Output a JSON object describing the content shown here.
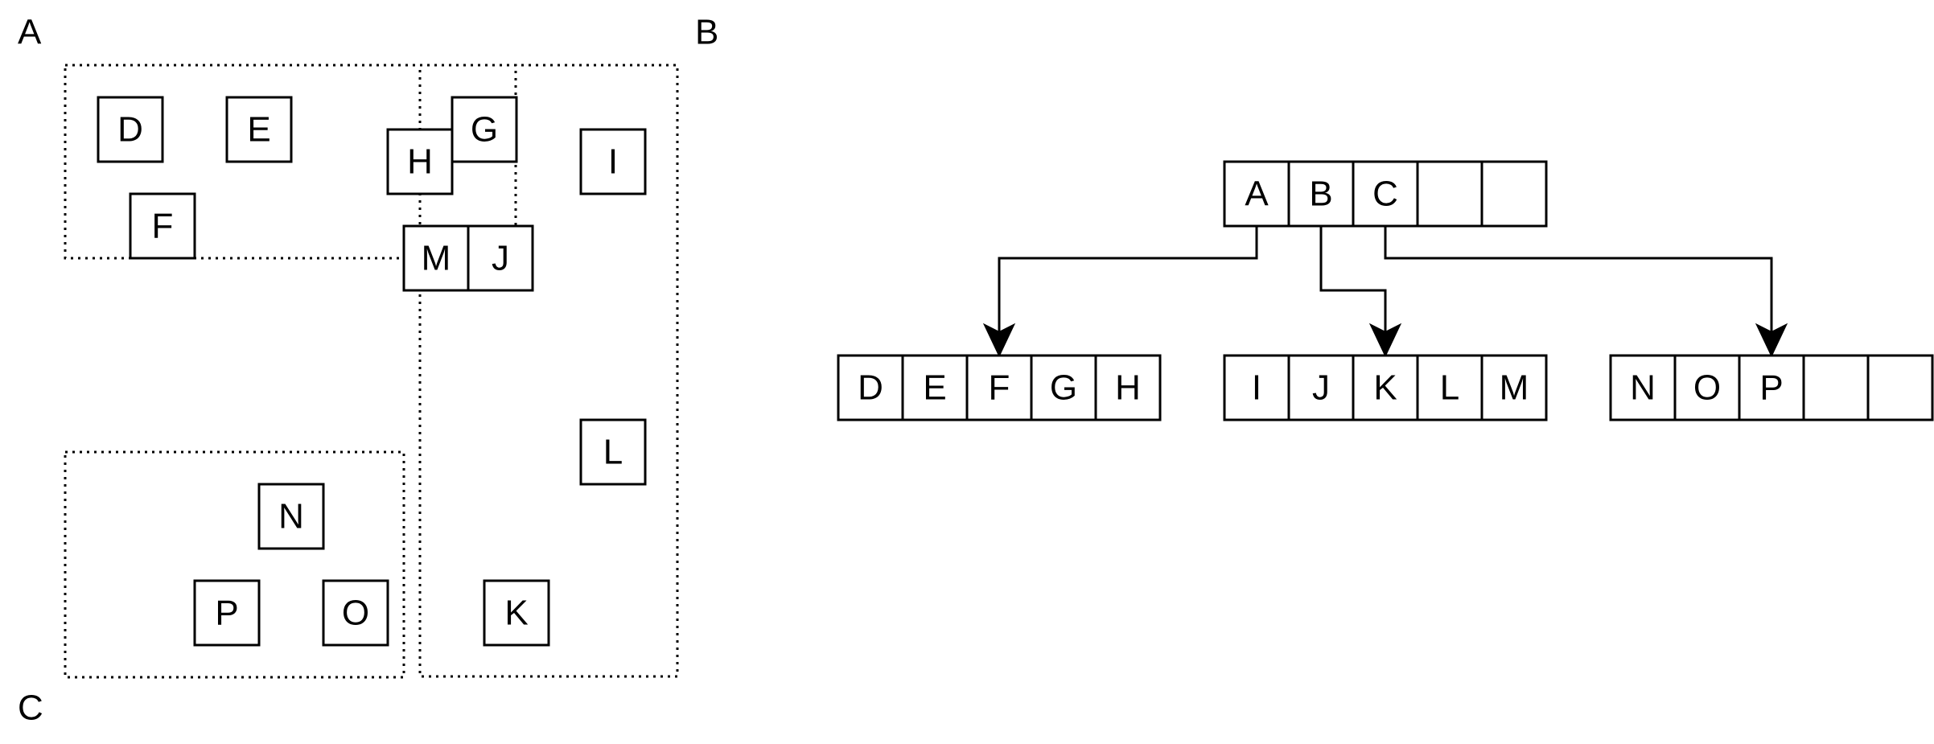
{
  "spatial_view": {
    "region_labels": [
      "A",
      "B",
      "C"
    ],
    "items": [
      "D",
      "E",
      "F",
      "H",
      "G",
      "I",
      "M",
      "J",
      "L",
      "N",
      "P",
      "O",
      "K"
    ]
  },
  "tree_view": {
    "root": {
      "cells": [
        "A",
        "B",
        "C",
        "",
        ""
      ]
    },
    "children": [
      {
        "parent_cell": "A",
        "cells": [
          "D",
          "E",
          "F",
          "G",
          "H"
        ]
      },
      {
        "parent_cell": "B",
        "cells": [
          "I",
          "J",
          "K",
          "L",
          "M"
        ]
      },
      {
        "parent_cell": "C",
        "cells": [
          "N",
          "O",
          "P",
          "",
          ""
        ]
      }
    ]
  }
}
